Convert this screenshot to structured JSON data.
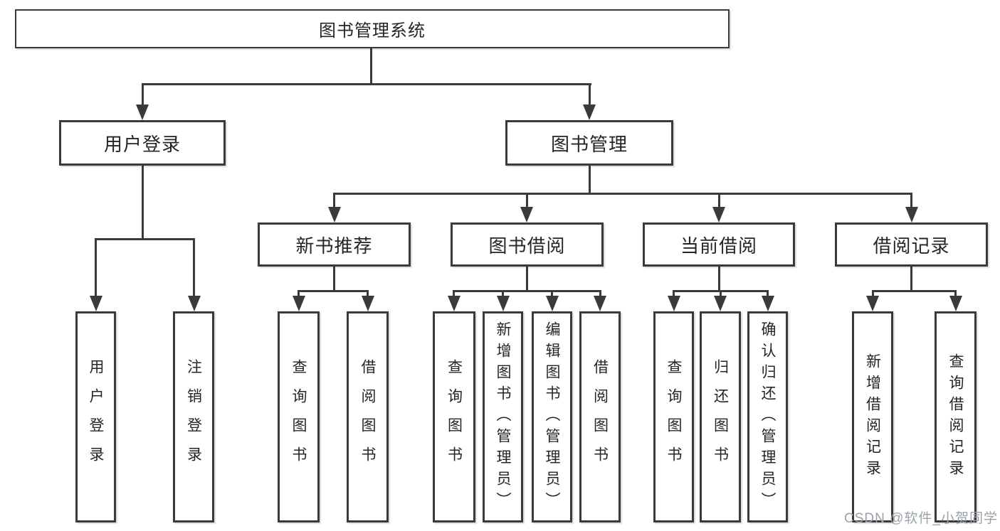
{
  "diagram": {
    "type": "hierarchy-tree",
    "root": {
      "label": "图书管理系统"
    },
    "branches": [
      {
        "label": "用户登录",
        "children": [
          {
            "label": "用户登录"
          },
          {
            "label": "注销登录"
          }
        ]
      },
      {
        "label": "图书管理",
        "children": [
          {
            "label": "新书推荐",
            "children": [
              {
                "label": "查询图书"
              },
              {
                "label": "借阅图书"
              }
            ]
          },
          {
            "label": "图书借阅",
            "children": [
              {
                "label": "查询图书"
              },
              {
                "label": "新增图书（管理员）"
              },
              {
                "label": "编辑图书（管理员）"
              },
              {
                "label": "借阅图书"
              }
            ]
          },
          {
            "label": "当前借阅",
            "children": [
              {
                "label": "查询图书"
              },
              {
                "label": "归还图书"
              },
              {
                "label": "确认归还（管理员）"
              }
            ]
          },
          {
            "label": "借阅记录",
            "children": [
              {
                "label": "新增借阅记录"
              },
              {
                "label": "查询借阅记录"
              }
            ]
          }
        ]
      }
    ]
  },
  "watermark": {
    "text": "CSDN @软件_小贺同学"
  },
  "colors": {
    "line": "#3a3a3a",
    "text": "#252525",
    "watermark": "#9aa2a8",
    "background": "#ffffff"
  }
}
